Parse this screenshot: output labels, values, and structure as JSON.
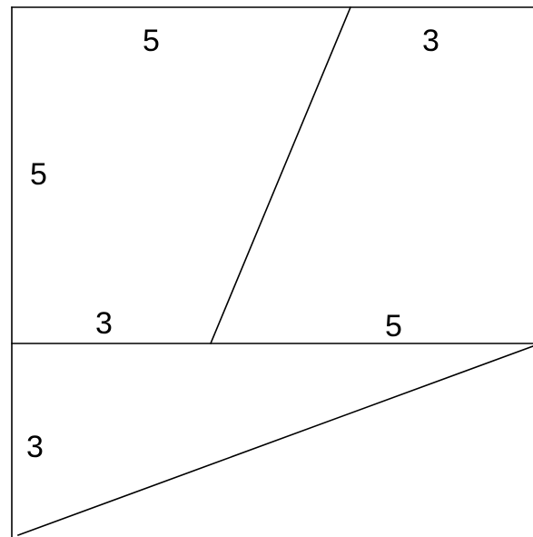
{
  "diagram": {
    "line_color": "#000000",
    "background": "#ffffff",
    "labels": {
      "top_left": "5",
      "top_right": "3",
      "left_upper": "5",
      "middle_left": "3",
      "middle_right": "5",
      "left_lower": "3"
    }
  }
}
